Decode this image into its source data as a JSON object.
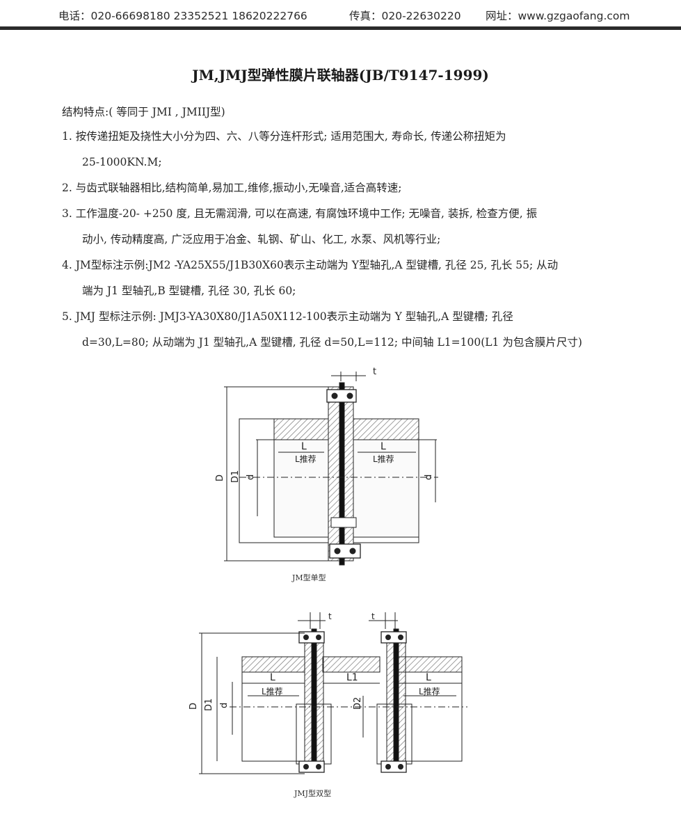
{
  "header": {
    "phone": "电话：020-66698180  23352521  18620222766",
    "fax": "传真：020-22630220",
    "website": "网址：www.gzgaofang.com"
  },
  "title": "JM,JMJ型弹性膜片联轴器(JB/T9147-1999)",
  "intro": "结构特点:( 等同于 JMI , JMIIJ型)",
  "features": [
    {
      "line1": "1.  按传递扭矩及挠性大小分为四、六、八等分连杆形式;  适用范围大, 寿命长, 传递公称扭矩为",
      "line2": "25-1000KN.M;"
    },
    {
      "line1": "2.  与齿式联轴器相比,结构简单,易加工,维修,振动小,无噪音,适合高转速;",
      "line2": ""
    },
    {
      "line1": "3.  工作温度-20-  +250  度, 且无需润滑, 可以在高速, 有腐蚀环境中工作; 无噪音, 装拆, 检查方便, 振",
      "line2": "动小, 传动精度高, 广泛应用于冶金、轧钢、矿山、化工, 水泵、风机等行业;"
    },
    {
      "line1": "4.  JM型标注示例:JM2 -YA25X55/J1B30X60表示主动端为 Y型轴孔,A 型键槽, 孔径 25, 孔长 55; 从动",
      "line2": "端为 J1 型轴孔,B 型键槽, 孔径 30, 孔长 60;"
    },
    {
      "line1": "5.  JMJ  型标注示例:  JMJ3-YA30X80/J1A50X112-100表示主动端为  Y 型轴孔,A  型键槽; 孔径",
      "line2": "d=30,L=80; 从动端为 J1 型轴孔,A 型键槽, 孔径 d=50,L=112; 中间轴 L1=100(L1 为包含膜片尺寸)"
    }
  ],
  "figure1": {
    "caption": "JM型单型",
    "labels": {
      "t": "t",
      "L_left": "L",
      "L_right": "L",
      "Lr_left": "L推荐",
      "Lr_right": "L推荐",
      "D": "D",
      "D1": "D1",
      "d_left": "d",
      "d_right": "d"
    }
  },
  "figure2": {
    "caption": "JMJ型双型",
    "labels": {
      "t_left": "t",
      "t_right": "t",
      "L_left": "L",
      "L1": "L1",
      "L_right": "L",
      "Lr_left": "L推荐",
      "Lr_right": "L推荐",
      "D": "D",
      "D1": "D1",
      "d": "d",
      "D2": "D2"
    }
  }
}
